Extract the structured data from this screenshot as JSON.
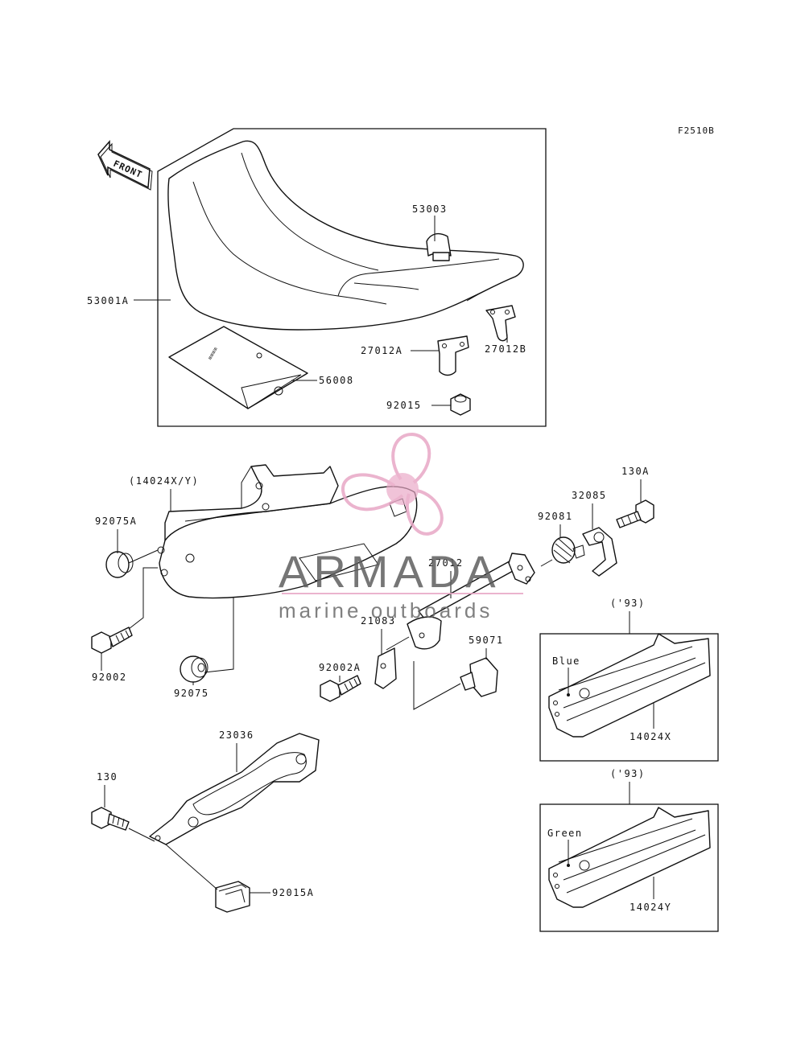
{
  "diagram": {
    "code": "F2510B",
    "front_label": "FRONT",
    "notes": {
      "variant_a": "('93)",
      "variant_b": "('93)"
    },
    "colors": {
      "line": "#111111",
      "watermark_pink": "#e8a8c6",
      "watermark_gray": "#5f5f5f"
    },
    "watermark": {
      "title": "ARMADA",
      "subtitle": "marine outboards"
    },
    "parts": [
      {
        "id": "53001A"
      },
      {
        "id": "53003"
      },
      {
        "id": "27012A"
      },
      {
        "id": "27012B"
      },
      {
        "id": "56008"
      },
      {
        "id": "92015"
      },
      {
        "id": "(14024X/Y)"
      },
      {
        "id": "92075A"
      },
      {
        "id": "92002"
      },
      {
        "id": "92075"
      },
      {
        "id": "130A"
      },
      {
        "id": "32085"
      },
      {
        "id": "92081"
      },
      {
        "id": "27012"
      },
      {
        "id": "21083"
      },
      {
        "id": "92002A"
      },
      {
        "id": "59071"
      },
      {
        "id": "23036"
      },
      {
        "id": "130"
      },
      {
        "id": "92015A"
      },
      {
        "id": "14024X",
        "color": "Blue"
      },
      {
        "id": "14024Y",
        "color": "Green"
      }
    ]
  }
}
